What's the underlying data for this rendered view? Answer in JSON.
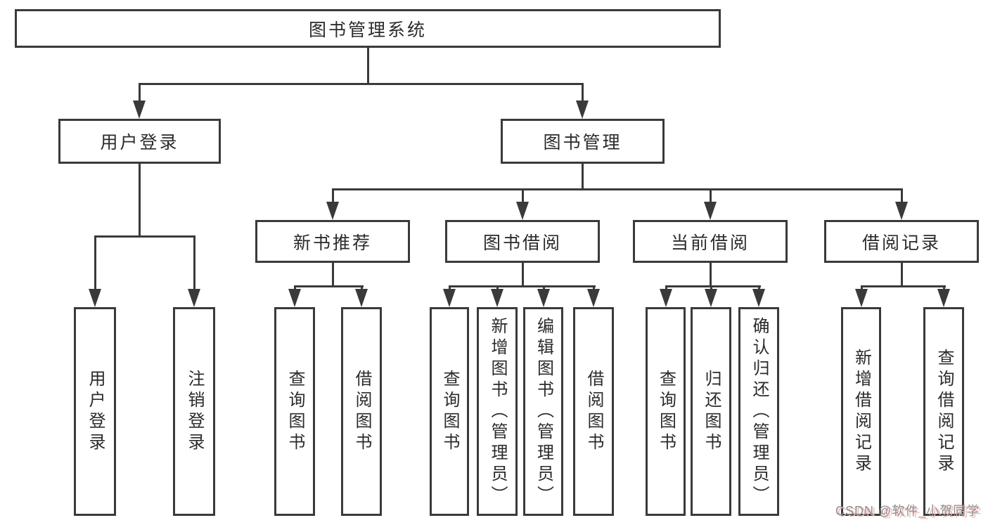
{
  "diagram": {
    "root": {
      "label": "图书管理系统"
    },
    "branches": [
      {
        "label": "用户登录"
      },
      {
        "label": "图书管理"
      }
    ],
    "modules": [
      {
        "label": "新书推荐"
      },
      {
        "label": "图书借阅"
      },
      {
        "label": "当前借阅"
      },
      {
        "label": "借阅记录"
      }
    ],
    "leaves": [
      {
        "label": "用户登录"
      },
      {
        "label": "注销登录"
      },
      {
        "label": "查询图书"
      },
      {
        "label": "借阅图书"
      },
      {
        "label": "查询图书"
      },
      {
        "label": "新增图书（管理员）"
      },
      {
        "label": "编辑图书（管理员）"
      },
      {
        "label": "借阅图书"
      },
      {
        "label": "查询图书"
      },
      {
        "label": "归还图书"
      },
      {
        "label": "确认归还（管理员）"
      },
      {
        "label": "新增借阅记录"
      },
      {
        "label": "查询借阅记录"
      }
    ]
  },
  "watermark": {
    "text": "CSDN @软件_小贺同学"
  },
  "colors": {
    "line": "#3a3a3a",
    "text": "#2b2b2b",
    "background": "#ffffff",
    "watermark_gray": "#8f8f8f",
    "watermark_pink": "#f0b9b9"
  }
}
